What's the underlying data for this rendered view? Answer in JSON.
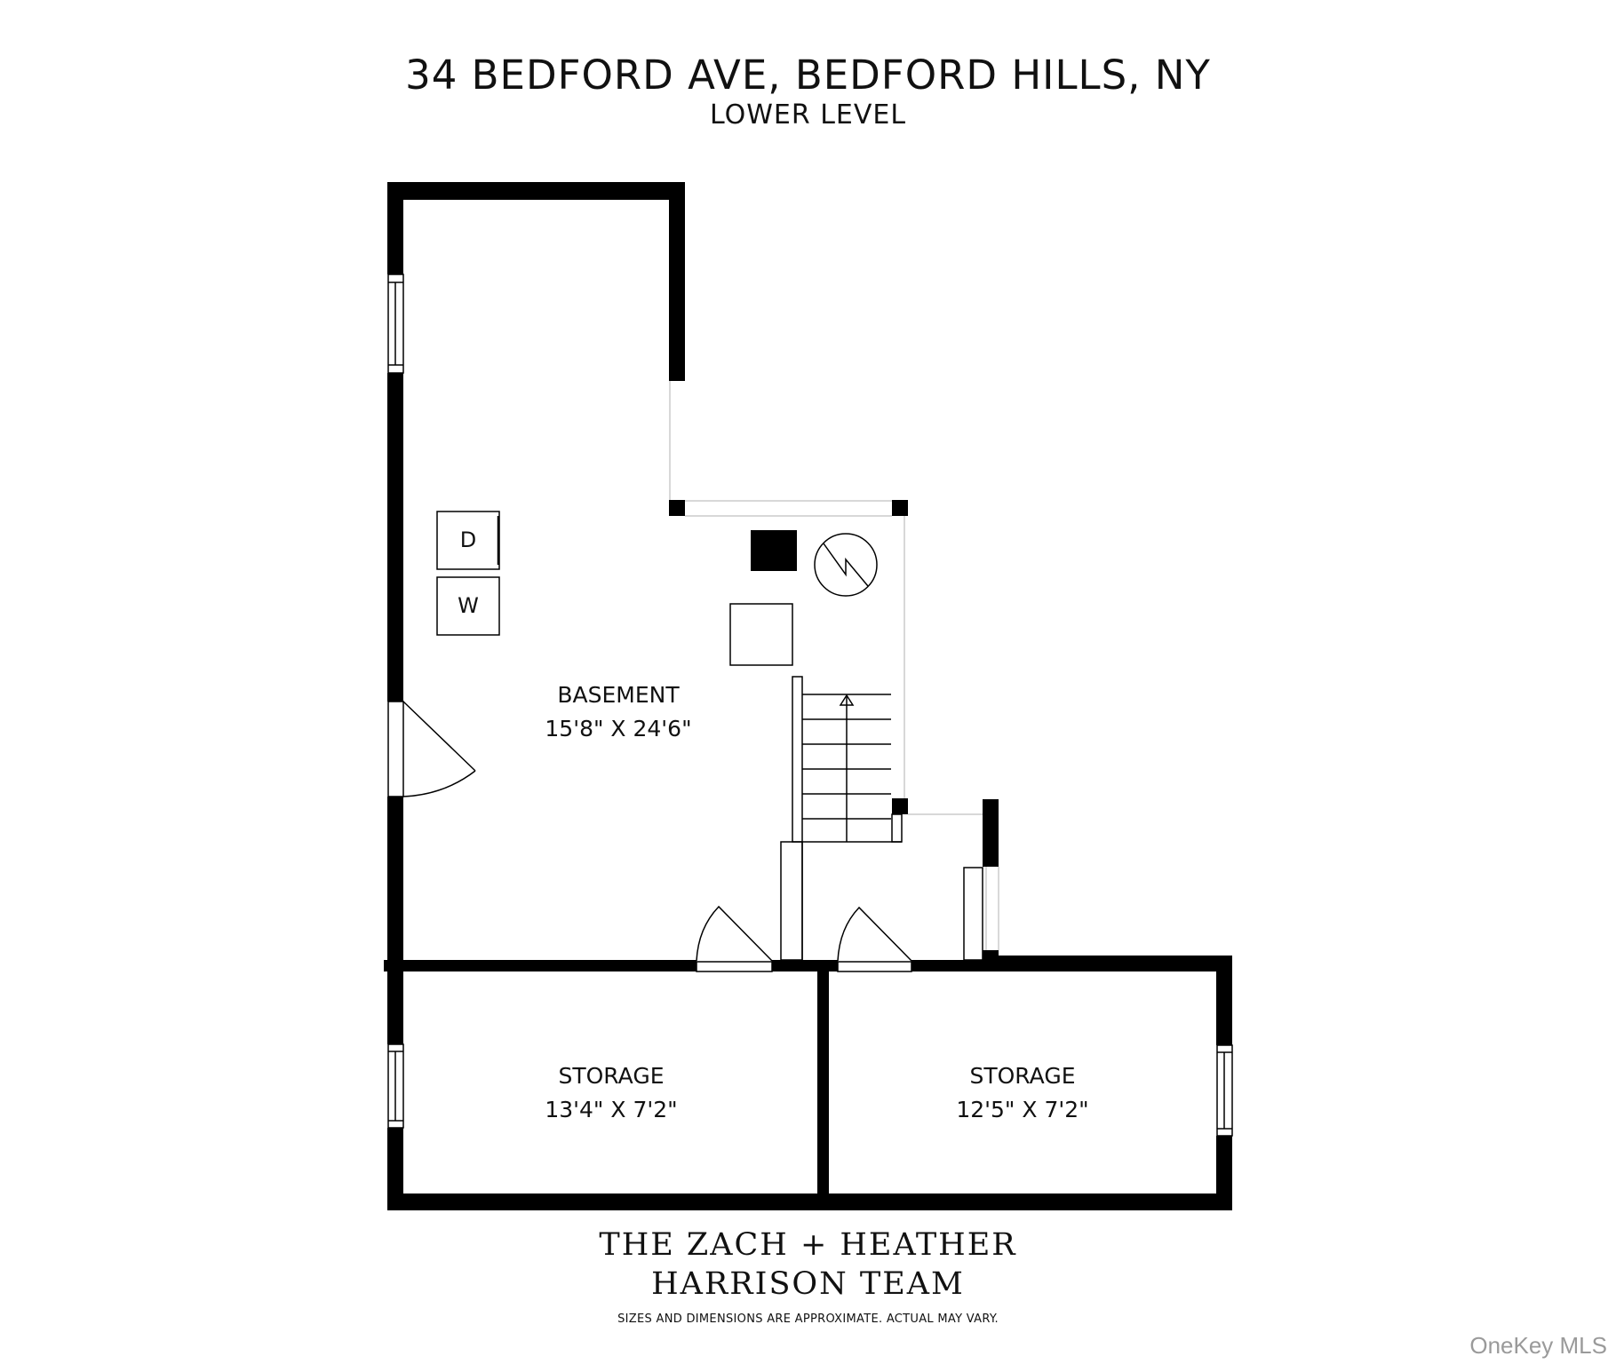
{
  "header": {
    "address": "34 BEDFORD AVE, BEDFORD HILLS, NY",
    "level": "LOWER LEVEL"
  },
  "rooms": [
    {
      "name": "BASEMENT",
      "dimensions": "15'8\" X 24'6\""
    },
    {
      "name": "STORAGE",
      "dimensions": "13'4\" X 7'2\""
    },
    {
      "name": "STORAGE",
      "dimensions": "12'5\" X 7'2\""
    }
  ],
  "appliances": {
    "dryer": "D",
    "washer": "W"
  },
  "symbols": [
    "window-icon",
    "door-swing-icon",
    "stairs-up-arrow-icon",
    "water-heater-icon",
    "furnace-icon",
    "utility-box-icon"
  ],
  "footer": {
    "team_line1": "THE ZACH + HEATHER",
    "team_line2": "HARRISON TEAM",
    "disclaimer": "SIZES AND DIMENSIONS ARE APPROXIMATE. ACTUAL MAY VARY.",
    "watermark": "OneKey MLS"
  },
  "colors": {
    "wall": "#000000",
    "background": "#ffffff",
    "watermark": "#9a9a9a"
  }
}
